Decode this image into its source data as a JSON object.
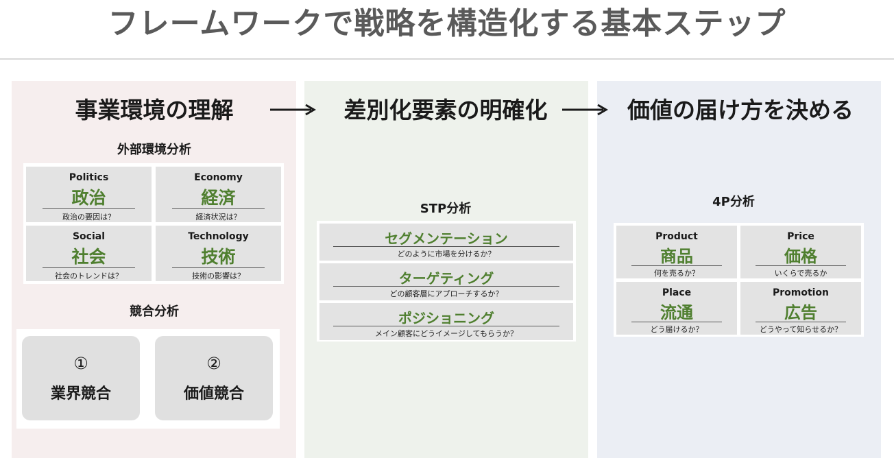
{
  "title": "フレームワークで戦略を構造化する基本ステップ",
  "steps": [
    "事業環境の理解",
    "差別化要素の明確化",
    "価値の届け方を決める"
  ],
  "env": {
    "pest_label": "外部環境分析",
    "pest": [
      {
        "en": "Politics",
        "jp": "政治",
        "q": "政治の要因は？"
      },
      {
        "en": "Economy",
        "jp": "経済",
        "q": "経済状況は？"
      },
      {
        "en": "Social",
        "jp": "社会",
        "q": "社会のトレンドは？"
      },
      {
        "en": "Technology",
        "jp": "技術",
        "q": "技術の影響は？"
      }
    ],
    "comp_label": "競合分析",
    "comp": [
      {
        "num": "①",
        "label": "業界競合"
      },
      {
        "num": "②",
        "label": "価値競合"
      }
    ]
  },
  "stp": {
    "label": "STP分析",
    "rows": [
      {
        "jp": "セグメンテーション",
        "q": "どのように市場を分けるか？"
      },
      {
        "jp": "ターゲティング",
        "q": "どの顧客層にアプローチするか？"
      },
      {
        "jp": "ポジショニング",
        "q": "メイン顧客にどうイメージしてもらうか？"
      }
    ]
  },
  "fourp": {
    "label": "4P分析",
    "cells": [
      {
        "en": "Product",
        "jp": "商品",
        "q": "何を売るか？"
      },
      {
        "en": "Price",
        "jp": "価格",
        "q": "いくらで売るか"
      },
      {
        "en": "Place",
        "jp": "流通",
        "q": "どう届けるか？"
      },
      {
        "en": "Promotion",
        "jp": "広告",
        "q": "どうやって知らせるか？"
      }
    ]
  },
  "colors": {
    "accent_green": "#4f7f2f",
    "panel_env": "#f6eeee",
    "panel_stp": "#eef2ec",
    "panel_4p": "#ebeef4"
  }
}
